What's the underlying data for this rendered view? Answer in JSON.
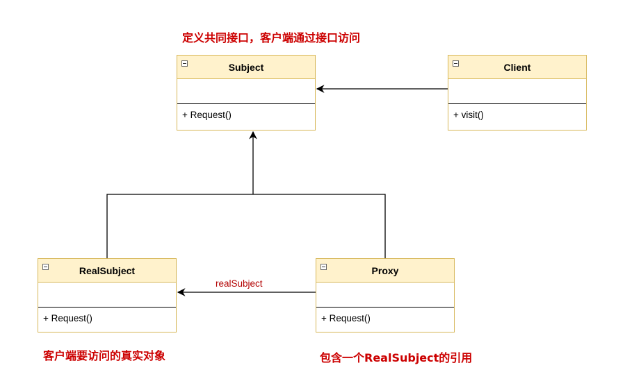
{
  "notes": {
    "subject_note": "定义共同接口，客户端通过接口访问",
    "realsubject_note": "客户端要访问的真实对象",
    "proxy_note": "包含一个RealSubject的引用"
  },
  "classes": {
    "subject": {
      "name": "Subject",
      "method": "+ Request()"
    },
    "client": {
      "name": "Client",
      "method": "+ visit()"
    },
    "realsubject": {
      "name": "RealSubject",
      "method": "+ Request()"
    },
    "proxy": {
      "name": "Proxy",
      "method": "+ Request()"
    }
  },
  "edges": {
    "proxy_to_realsubject_label": "realSubject"
  },
  "colors": {
    "note_text": "#cc0000",
    "edge_label": "#b20000",
    "header_fill": "#fff2cc",
    "border": "#d6b656"
  }
}
